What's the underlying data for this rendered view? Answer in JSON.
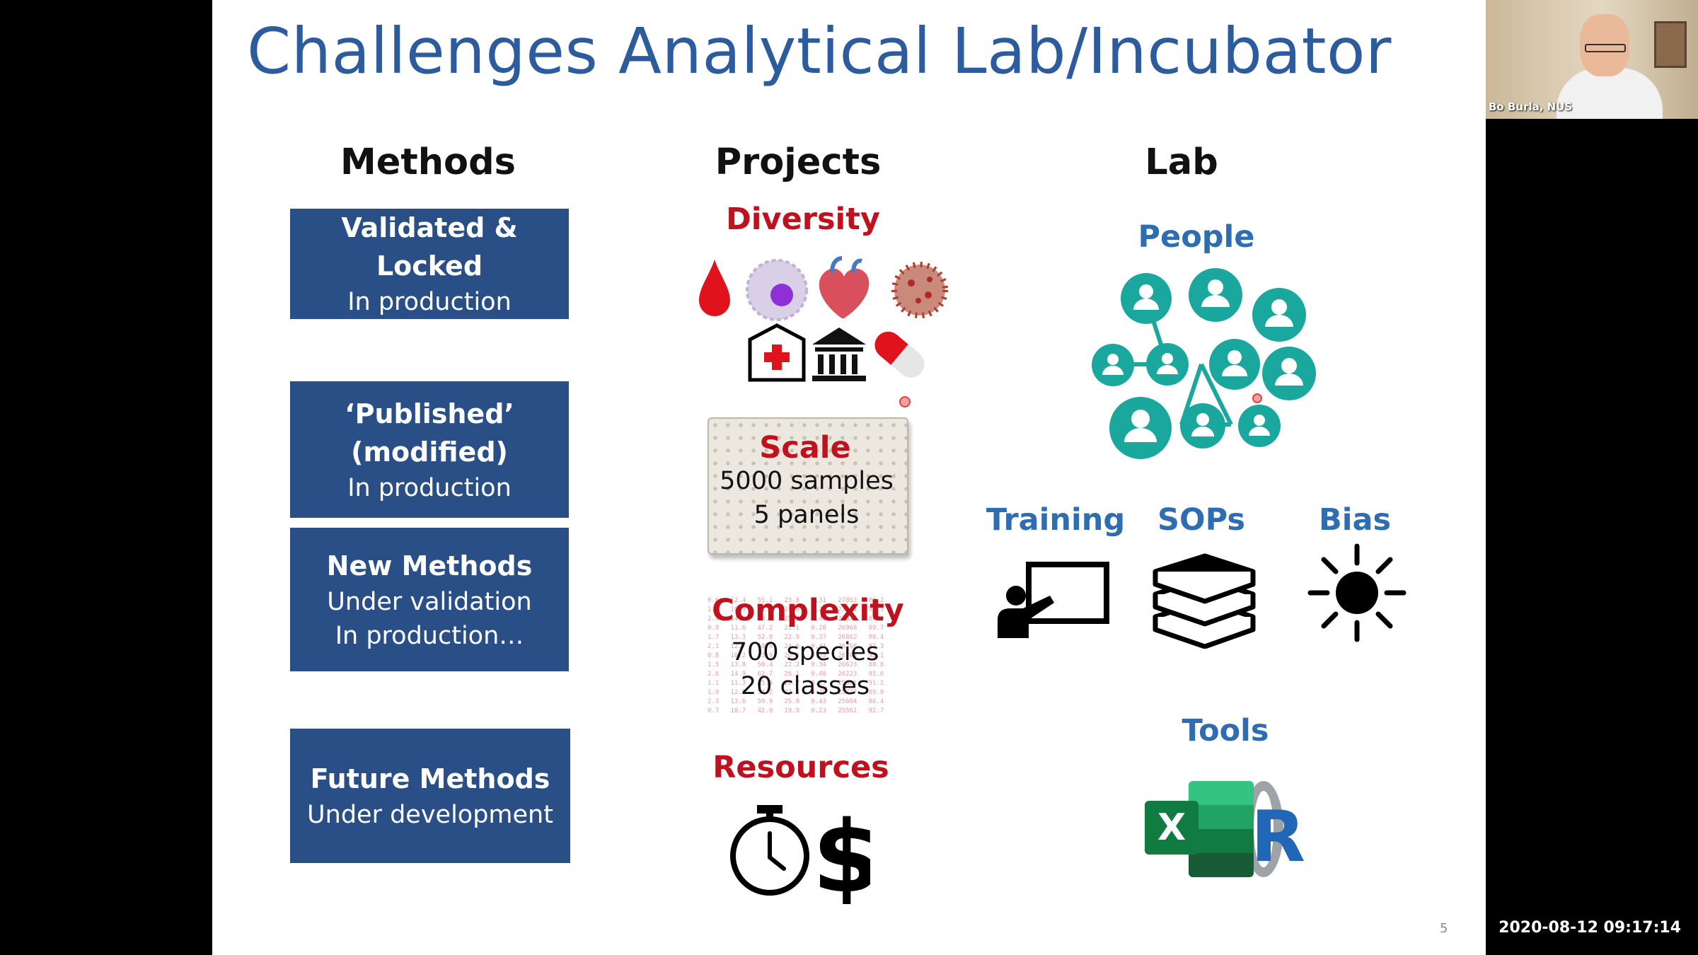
{
  "slide": {
    "title": "Challenges Analytical Lab/Incubator",
    "page_number": "5",
    "columns": {
      "methods": {
        "heading": "Methods",
        "boxes": [
          {
            "title": "Validated & Locked",
            "lines": [
              "In production"
            ]
          },
          {
            "title_lines": [
              "‘Published’",
              "(modified)"
            ],
            "lines": [
              "In production"
            ]
          },
          {
            "title": "New Methods",
            "lines": [
              "Under validation",
              "In production…"
            ]
          },
          {
            "title": "Future Methods",
            "lines": [
              "Under development"
            ]
          }
        ]
      },
      "projects": {
        "heading": "Projects",
        "diversity": "Diversity",
        "scale": {
          "label": "Scale",
          "lines": [
            "5000 samples",
            "5 panels"
          ]
        },
        "complexity": {
          "label": "Complexity",
          "lines": [
            "700 species",
            "20 classes"
          ]
        },
        "resources": "Resources"
      },
      "lab": {
        "heading": "Lab",
        "people": "People",
        "training": "Training",
        "sops": "SOPs",
        "bias": "Bias",
        "tools": "Tools",
        "excel_letter": "X",
        "r_letter": "R"
      }
    }
  },
  "icons": [
    "blood-drop-icon",
    "cell-icon",
    "heart-icon",
    "virus-icon",
    "hospital-icon",
    "institution-icon",
    "pill-icon",
    "people-network-icon",
    "teacher-board-icon",
    "books-icon",
    "sun-icon",
    "stopwatch-icon",
    "dollar-icon",
    "excel-icon",
    "r-logo-icon"
  ],
  "colors": {
    "title_blue": "#2d5c9e",
    "box_blue": "#2a4f86",
    "accent_red": "#c0111f",
    "lab_blue": "#2f6db3",
    "people_teal": "#1aa89e"
  },
  "video": {
    "speaker_label": "Bo Burla, NUS"
  },
  "overlay": {
    "timestamp": "2020-08-12 09:17:14"
  }
}
